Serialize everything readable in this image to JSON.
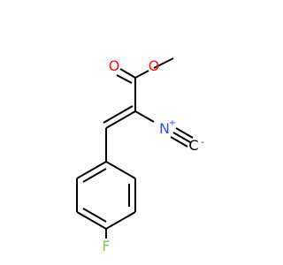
{
  "molecule": {
    "atoms": {
      "carbonyl_oxygen": {
        "symbol": "O",
        "color": "#ff0d0d"
      },
      "ester_oxygen": {
        "symbol": "O",
        "color": "#ff0d0d"
      },
      "isocyanide_nitrogen": {
        "symbol": "N",
        "color": "#3050f8"
      },
      "nitrogen_charge": {
        "symbol": "+",
        "color": "#3050f8"
      },
      "isocyanide_carbon": {
        "symbol": "C",
        "color": "#000000"
      },
      "carbon_charge": {
        "symbol": "-",
        "color": "#000000"
      },
      "fluorine": {
        "symbol": "F",
        "color": "#8fc84a"
      }
    },
    "bond_color": "#000000"
  }
}
